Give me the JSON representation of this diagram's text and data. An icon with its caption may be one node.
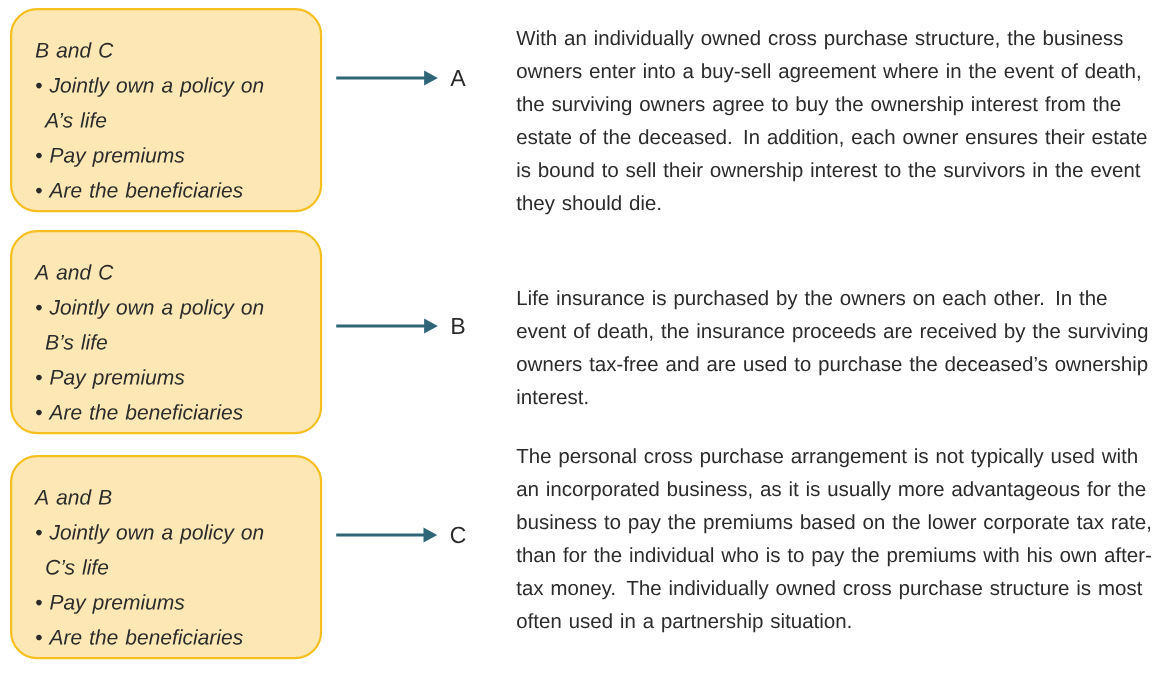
{
  "diagram": {
    "nodes": [
      {
        "text": [
          "B and C",
          "• Jointly own a policy on A’s life",
          "• Pay premiums",
          "• Are the beneficiaries"
        ]
      },
      {
        "text": [
          "A"
        ]
      },
      {
        "text": [
          "A and C",
          "• Jointly own a policy on B’s life",
          "• Pay premiums",
          "• Are the beneficiaries"
        ]
      },
      {
        "text": [
          "B"
        ]
      },
      {
        "text": [
          "A and B",
          "• Jointly own a policy on C’s life",
          "• Pay premiums",
          "• Are the beneficiaries"
        ]
      },
      {
        "text": [
          "C"
        ]
      }
    ],
    "edges": [
      {
        "from": 0,
        "to": 1,
        "arrow": "to"
      },
      {
        "from": 2,
        "to": 3,
        "arrow": "to"
      },
      {
        "from": 4,
        "to": 5,
        "arrow": "to"
      }
    ],
    "labels": [
      "With an individually owned cross purchase structure, the business owners enter into a buy-sell agreement where in the event of death, the surviving owners agree to buy the ownership interest from the estate of the deceased. In addition, each owner ensures their estate is bound to sell their ownership interest to the survivors in the event they should die.",
      "Life insurance is purchased by the owners on each other. In the event of death, the insurance proceeds are received by the surviving owners tax-free and are used to purchase the deceased’s ownership interest.",
      "The personal cross purchase arrangement is not typically used with an incorporated business, as it is usually more advantageous for the business to pay the premiums based on the lower corporate tax rate, than for the individual who is to pay the premiums with his own after-tax money. The individually owned cross purchase structure is most often used in a partnership situation."
    ]
  }
}
